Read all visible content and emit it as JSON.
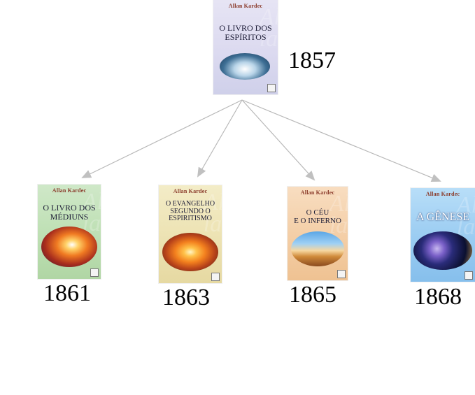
{
  "colors": {
    "arrow": "#b8b8b8",
    "year_text": "#000000",
    "background": "#ffffff"
  },
  "root": {
    "author": "Allan Kardec",
    "title": "O LIVRO DOS\nESPÍRITOS",
    "year": "1857"
  },
  "children": [
    {
      "author": "Allan Kardec",
      "title": "O LIVRO DOS\nMÉDIUNS",
      "year": "1861"
    },
    {
      "author": "Allan Kardec",
      "title": "O EVANGELHO\nSEGUNDO O\nESPIRITISMO",
      "year": "1863"
    },
    {
      "author": "Allan Kardec",
      "title": "O CÉU\nE O INFERNO",
      "year": "1865"
    },
    {
      "author": "Allan Kardec",
      "title": "A GÊNESE",
      "year": "1868"
    }
  ]
}
